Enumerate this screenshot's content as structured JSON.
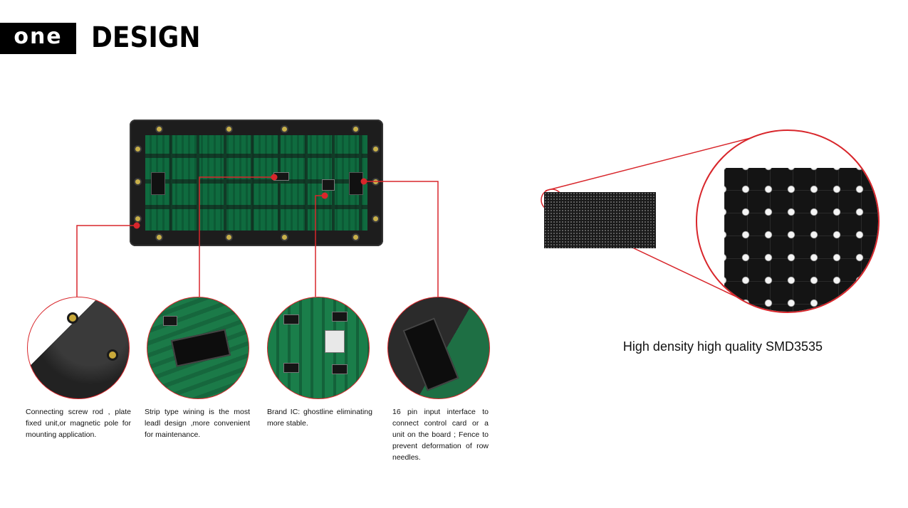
{
  "header": {
    "logo_text": "one",
    "title": "DESIGN"
  },
  "features": [
    {
      "text": "Connecting screw rod , plate fixed unit,or magnetic pole for mounting application."
    },
    {
      "text": "Strip type wining is the most leadl design ,more convenient for maintenance."
    },
    {
      "text": "Brand IC: ghostline eliminating more stable."
    },
    {
      "text": "16 pin input interface to connect control card or a unit on the board ; Fence to prevent deformation of row needles."
    }
  ],
  "density": {
    "caption": "High density  high quality SMD3535"
  },
  "colors": {
    "accent": "#d8262b",
    "pcb_green": "#0f6b3f",
    "frame": "#1d1d1d"
  }
}
